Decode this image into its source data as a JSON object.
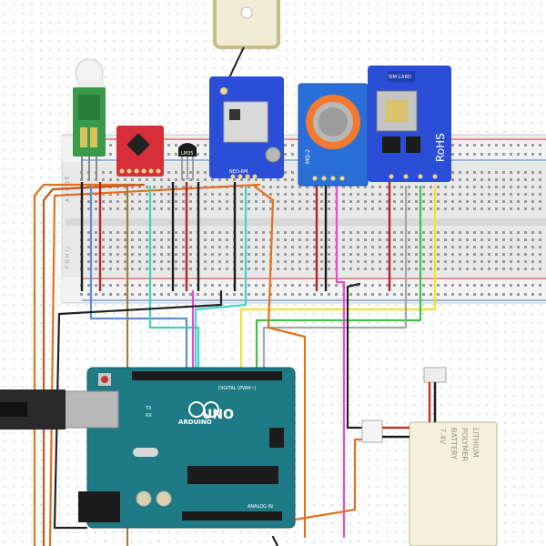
{
  "arduino": {
    "brand": "ARDUINO",
    "model": "UNO",
    "header_digital": "DIGITAL (PWM~)",
    "header_analog": "ANALOG IN",
    "tx_label": "TX",
    "rx_label": "RX"
  },
  "breadboard": {
    "row_letters_top": "A B C D E",
    "row_letters_bottom": "F G H I J"
  },
  "sensors": {
    "temp_label": "LM35",
    "mq_label": "MQ-2"
  },
  "gps": {
    "label": "NEO-6M"
  },
  "sim": {
    "card_label": "SIM CARD",
    "rohs": "RoHS"
  },
  "battery": {
    "line1": "LITHIUM",
    "line2": "POLYMER",
    "line3": "BATTERY",
    "voltage": "7.4V"
  },
  "colors": {
    "breadboard": "#eaeaea",
    "rail_red": "#d9534f",
    "rail_blue": "#5b8fd6",
    "arduino": "#1e7b85",
    "pcb_blue": "#2a4fd6",
    "pir_green": "#3a9a4c",
    "red_board": "#d62f3a",
    "mq_body": "#2a6fd8",
    "battery": "#f3f0dc"
  }
}
